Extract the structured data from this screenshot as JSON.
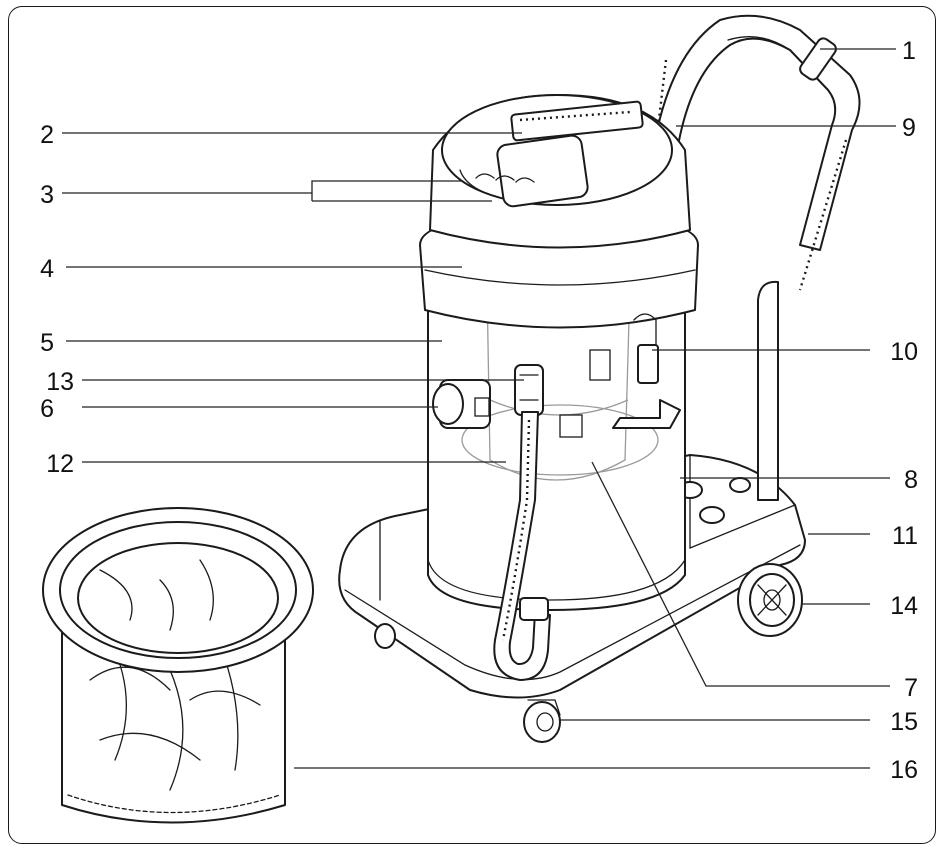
{
  "callouts": [
    "1",
    "2",
    "3",
    "4",
    "5",
    "6",
    "7",
    "8",
    "9",
    "10",
    "11",
    "12",
    "13",
    "14",
    "15",
    "16"
  ],
  "colors": {
    "ink": "#1b1b1b",
    "ghost": "#9a9a9a",
    "background": "#ffffff"
  }
}
